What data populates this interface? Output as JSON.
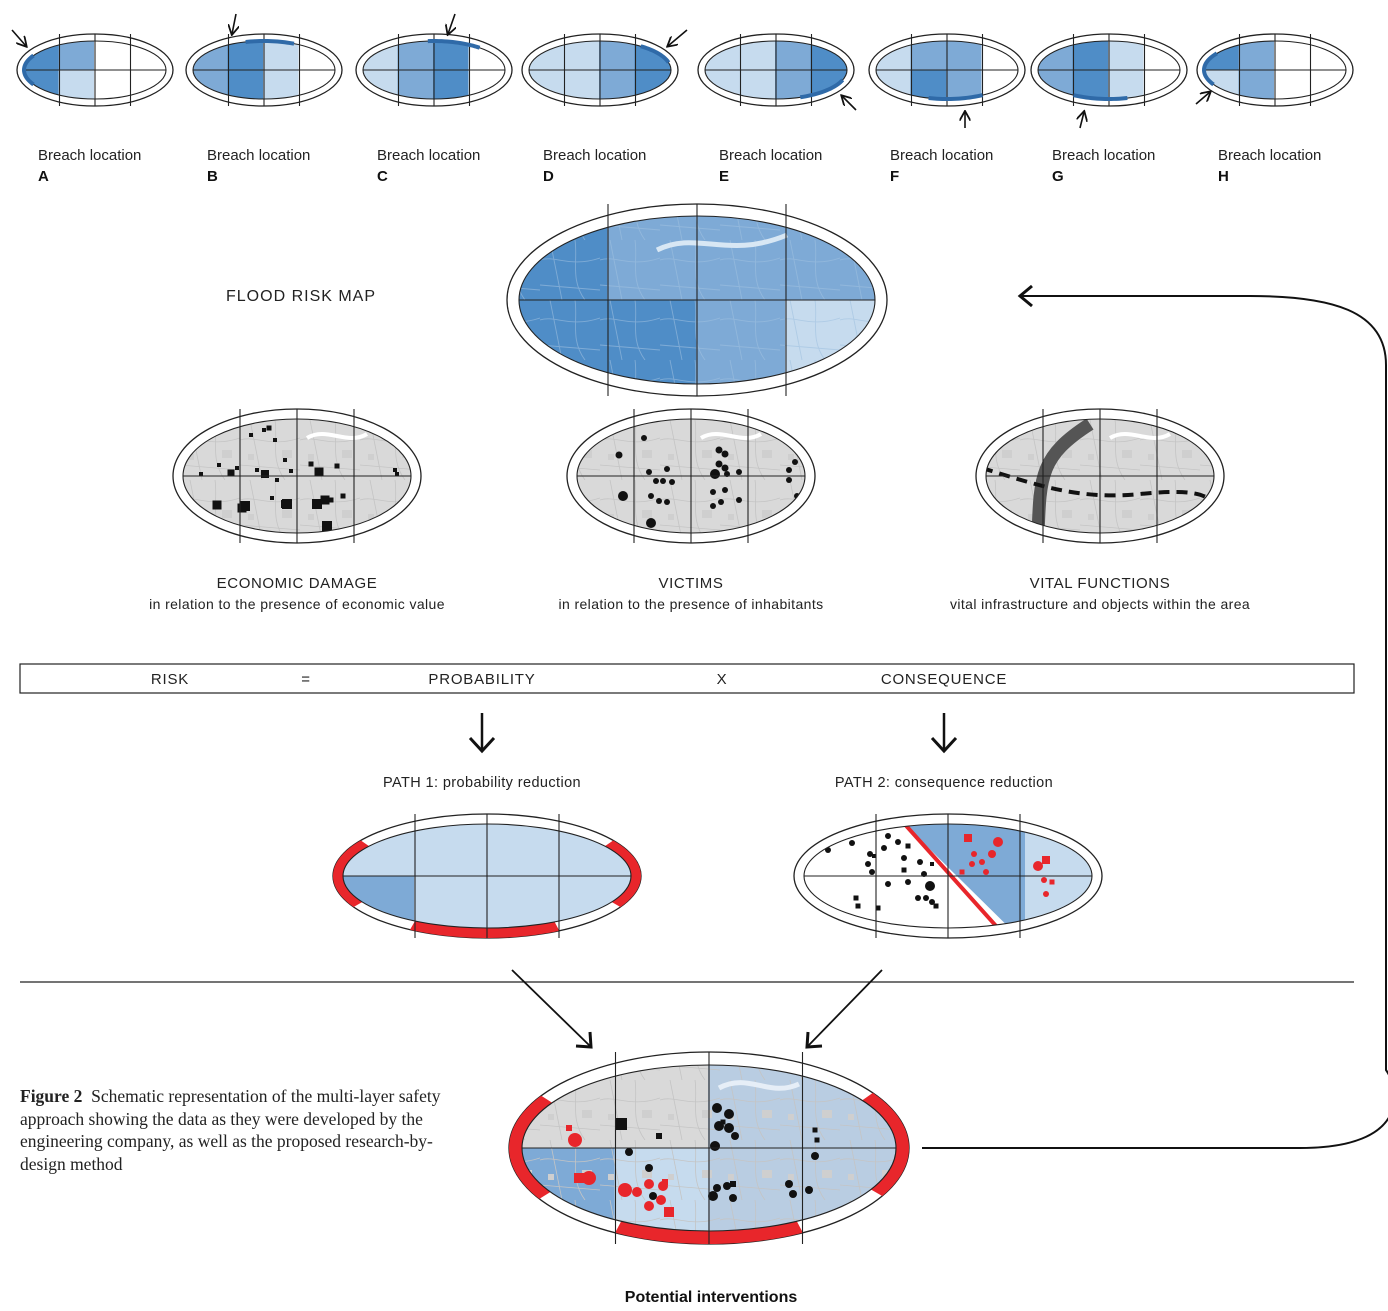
{
  "breach_locations": [
    {
      "label": "Breach location",
      "letter": "A"
    },
    {
      "label": "Breach location",
      "letter": "B"
    },
    {
      "label": "Breach location",
      "letter": "C"
    },
    {
      "label": "Breach location",
      "letter": "D"
    },
    {
      "label": "Breach location",
      "letter": "E"
    },
    {
      "label": "Breach location",
      "letter": "F"
    },
    {
      "label": "Breach location",
      "letter": "G"
    },
    {
      "label": "Breach location",
      "letter": "H"
    }
  ],
  "flood_risk_map": {
    "title": "FLOOD RISK MAP"
  },
  "layers": [
    {
      "title": "ECONOMIC DAMAGE",
      "subtitle": "in relation to the presence of economic value"
    },
    {
      "title": "VICTIMS",
      "subtitle": "in relation to the presence of inhabitants"
    },
    {
      "title": "VITAL FUNCTIONS",
      "subtitle": "vital infrastructure and objects within the area"
    }
  ],
  "equation": {
    "risk": "RISK",
    "equals": "=",
    "probability": "PROBABILITY",
    "times": "X",
    "consequence": "CONSEQUENCE"
  },
  "paths": {
    "path1": "PATH 1: probability reduction",
    "path2": "PATH 2: consequence reduction"
  },
  "result": {
    "title": "Potential interventions"
  },
  "figure_caption": {
    "label": "Figure 2",
    "text": "Schematic representation of the multi-layer safety approach showing the data as they were developed by the engineering company, as well as the proposed research-by-design method"
  },
  "colors": {
    "dark_blue": "#4f8dc7",
    "mid_blue": "#7eaad6",
    "light_blue": "#c6dbee",
    "map_grey": "#d9d9d9",
    "red": "#e8262b",
    "black": "#111111",
    "road_grey": "#555555"
  }
}
